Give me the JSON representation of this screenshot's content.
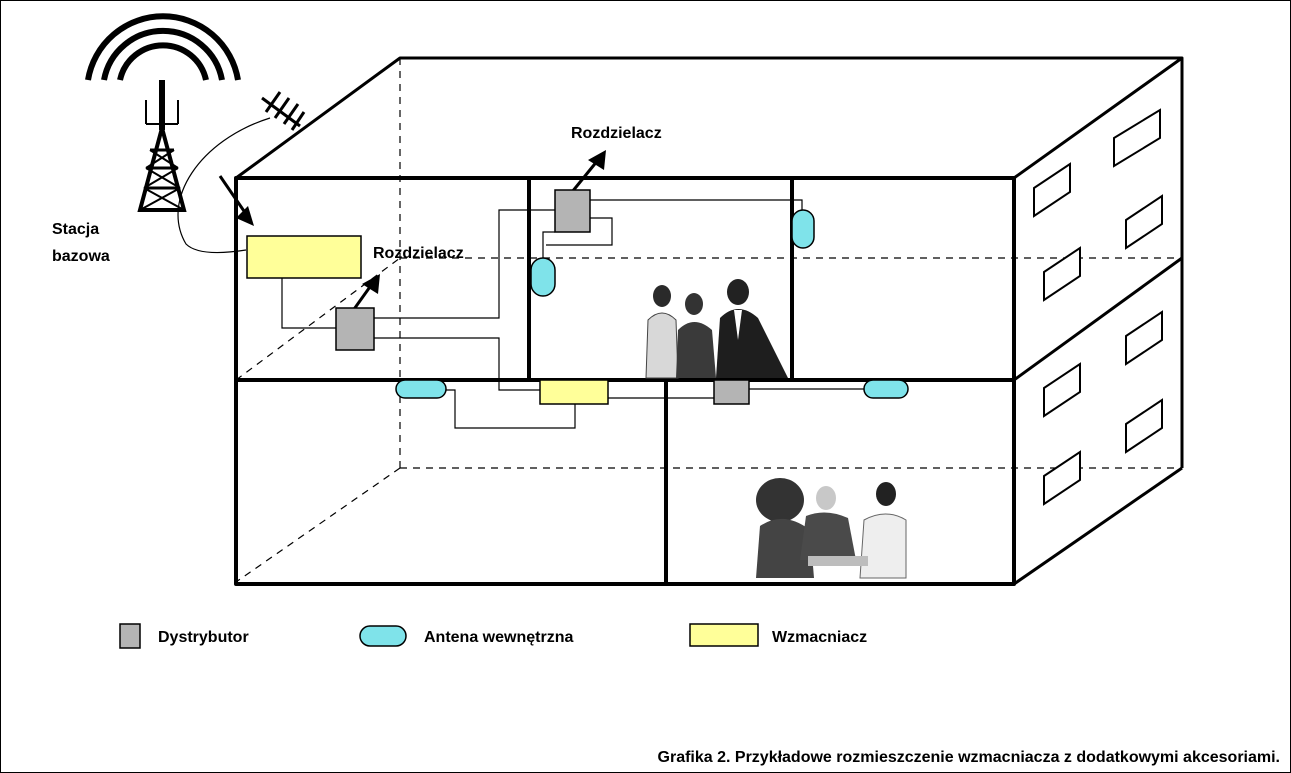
{
  "labels": {
    "station_line1": "Stacja",
    "station_line2": "bazowa",
    "splitter_top": "Rozdzielacz",
    "splitter_left": "Rozdzielacz"
  },
  "legend": [
    {
      "label": "Dystrybutor",
      "color": "#b4b4b4",
      "shape": "square"
    },
    {
      "label": "Antena wewnętrzna",
      "color": "#7fe3ea",
      "shape": "pill"
    },
    {
      "label": "Wzmacniacz",
      "color": "#ffff99",
      "shape": "rectangle"
    }
  ],
  "caption": "Grafika 2. Przykładowe rozmieszczenie wzmacniacza z dodatkowymi akcesoriami.",
  "colors": {
    "distributor": "#b4b4b4",
    "antenna": "#7fe3ea",
    "amplifier": "#ffff99",
    "line": "#000000"
  },
  "icons": {
    "tower": "radio-tower-icon",
    "yagi": "yagi-antenna-icon",
    "people_top": "business-people-photo",
    "people_bottom": "meeting-people-photo"
  }
}
